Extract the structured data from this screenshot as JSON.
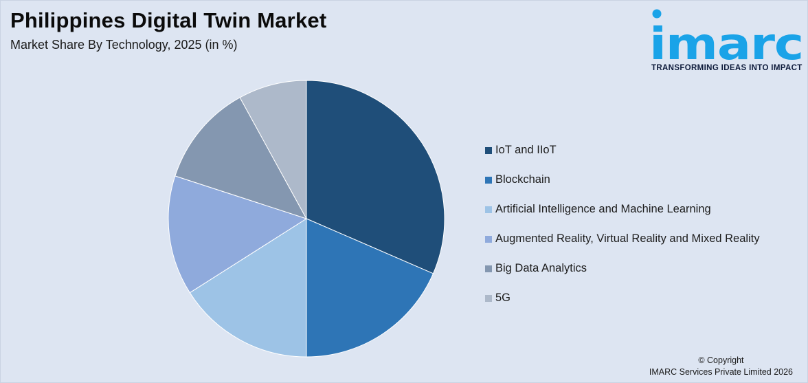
{
  "title": "Philippines Digital Twin Market",
  "subtitle": "Market Share By Technology, 2025 (in %)",
  "logo": {
    "word": "imarc",
    "tagline": "TRANSFORMING IDEAS INTO IMPACT",
    "color": "#1aa3e8"
  },
  "copyright": {
    "line1": "© Copyright",
    "line2": "IMARC Services Private Limited 2026"
  },
  "chart_data": {
    "type": "pie",
    "title": "Philippines Digital Twin Market",
    "subtitle": "Market Share By Technology, 2025 (in %)",
    "legend_position": "right",
    "start_angle_deg": 0,
    "direction": "clockwise",
    "slices": [
      {
        "label": "IoT and IIoT",
        "value": 31.5,
        "color": "#1f4e79"
      },
      {
        "label": "Blockchain",
        "value": 18.5,
        "color": "#2e75b6"
      },
      {
        "label": "Artificial Intelligence and Machine Learning",
        "value": 16.0,
        "color": "#9dc3e6"
      },
      {
        "label": "Augmented Reality, Virtual Reality and Mixed Reality",
        "value": 14.0,
        "color": "#8faadc"
      },
      {
        "label": "Big Data Analytics",
        "value": 12.0,
        "color": "#8497b0"
      },
      {
        "label": "5G",
        "value": 8.0,
        "color": "#adb9ca"
      }
    ]
  }
}
